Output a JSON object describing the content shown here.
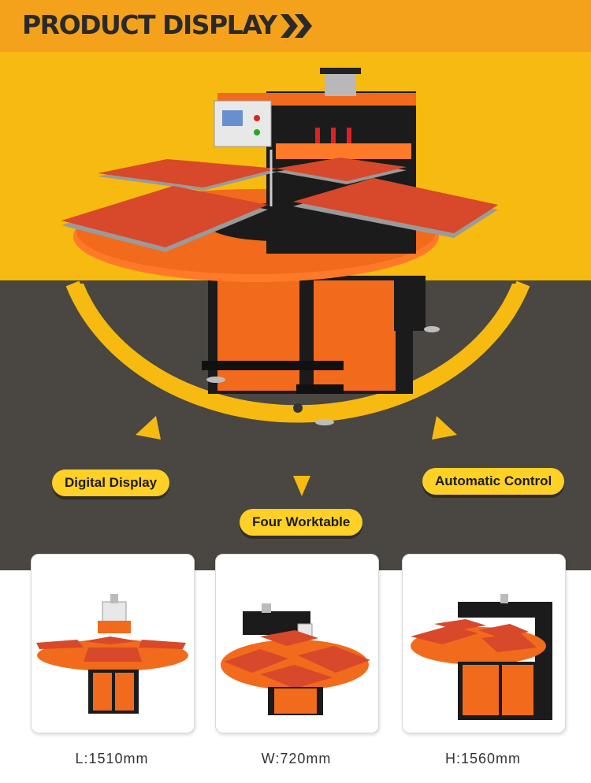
{
  "header": {
    "title": "PRODUCT DISPLAY"
  },
  "features": {
    "digital_display": "Digital Display",
    "four_worktable": "Four Worktable",
    "automatic_control": "Automatic Control"
  },
  "dimensions": {
    "length": "L:1510mm",
    "width": "W:720mm",
    "height": "H:1560mm"
  },
  "colors": {
    "header": "#f4a11c",
    "background_yellow": "#f6ba10",
    "background_dark": "#4a4641",
    "machine_orange": "#f26a1b",
    "platen_red": "#d8482a",
    "pill": "#ffd026"
  }
}
